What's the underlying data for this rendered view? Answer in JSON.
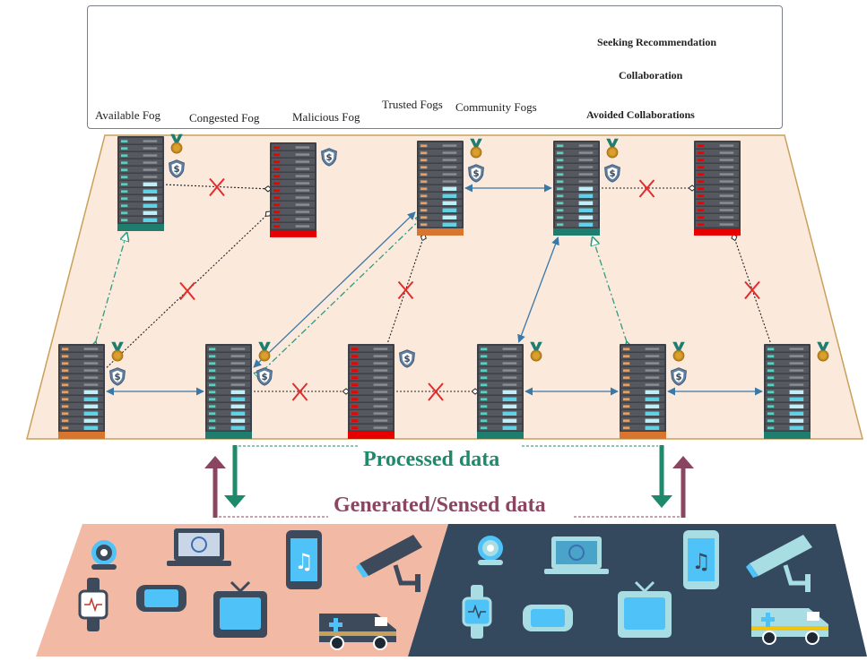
{
  "legend": {
    "available_fog": "Available Fog",
    "congested_fog": "Congested Fog",
    "malicious_fog": "Malicious Fog",
    "trusted_fogs": "Trusted Fogs",
    "community_fogs": "Community Fogs",
    "seeking_recommendation": "Seeking Recommendation",
    "collaboration": "Collaboration",
    "avoided_collaborations": "Avoided Collaborations"
  },
  "flows": {
    "processed": "Processed data",
    "generated": "Generated/Sensed data"
  },
  "colors": {
    "available": "#1e7d6e",
    "congested": "#d8752f",
    "malicious": "#e60000",
    "seek": "#2e9c7e",
    "collab": "#3a78a8",
    "avoid": "#222222",
    "cross": "#e32b2b",
    "trapezoid_fill": "#fbe9dc",
    "trapezoid_border": "#c9a05a",
    "iot_left": "#f2b9a4",
    "iot_right": "#34495e",
    "arrow_green": "#1e8a6b",
    "arrow_purple": "#8a4561"
  },
  "fog_nodes": [
    {
      "id": "t1",
      "status": "available",
      "trusted": true,
      "community": true
    },
    {
      "id": "t2",
      "status": "malicious",
      "trusted": false,
      "community": true
    },
    {
      "id": "t3",
      "status": "congested",
      "trusted": true,
      "community": true
    },
    {
      "id": "t4",
      "status": "available",
      "trusted": true,
      "community": true
    },
    {
      "id": "t5",
      "status": "malicious",
      "trusted": false,
      "community": false
    },
    {
      "id": "b1",
      "status": "congested",
      "trusted": true,
      "community": true
    },
    {
      "id": "b2",
      "status": "available",
      "trusted": true,
      "community": true
    },
    {
      "id": "b3",
      "status": "malicious",
      "trusted": false,
      "community": true
    },
    {
      "id": "b4",
      "status": "available",
      "trusted": true,
      "community": false
    },
    {
      "id": "b5",
      "status": "congested",
      "trusted": true,
      "community": true
    },
    {
      "id": "b6",
      "status": "available",
      "trusted": true,
      "community": false
    }
  ],
  "links": [
    {
      "from": "t1",
      "to": "t2",
      "kind": "avoided"
    },
    {
      "from": "t4",
      "to": "t5",
      "kind": "avoided"
    },
    {
      "from": "t3",
      "to": "t4",
      "kind": "collaboration"
    },
    {
      "from": "b1",
      "to": "t1",
      "kind": "seeking"
    },
    {
      "from": "b1",
      "to": "t2",
      "kind": "avoided"
    },
    {
      "from": "b2",
      "to": "t3",
      "kind": "collaboration"
    },
    {
      "from": "b2",
      "to": "t3",
      "kind": "seeking"
    },
    {
      "from": "b3",
      "to": "t3",
      "kind": "avoided"
    },
    {
      "from": "b4",
      "to": "t4",
      "kind": "collaboration"
    },
    {
      "from": "b5",
      "to": "t4",
      "kind": "seeking"
    },
    {
      "from": "b6",
      "to": "t5",
      "kind": "avoided"
    },
    {
      "from": "b1",
      "to": "b2",
      "kind": "collaboration"
    },
    {
      "from": "b2",
      "to": "b3",
      "kind": "avoided"
    },
    {
      "from": "b3",
      "to": "b4",
      "kind": "avoided"
    },
    {
      "from": "b4",
      "to": "b5",
      "kind": "collaboration"
    },
    {
      "from": "b5",
      "to": "b6",
      "kind": "collaboration"
    }
  ],
  "iot_devices": [
    {
      "panel": "left",
      "icon": "webcam-icon"
    },
    {
      "panel": "left",
      "icon": "laptop-icon"
    },
    {
      "panel": "left",
      "icon": "smartphone-music-icon"
    },
    {
      "panel": "left",
      "icon": "cctv-camera-icon"
    },
    {
      "panel": "left",
      "icon": "smartwatch-icon"
    },
    {
      "panel": "left",
      "icon": "game-controller-icon"
    },
    {
      "panel": "left",
      "icon": "television-icon"
    },
    {
      "panel": "left",
      "icon": "ambulance-icon"
    },
    {
      "panel": "right",
      "icon": "webcam-icon"
    },
    {
      "panel": "right",
      "icon": "laptop-icon"
    },
    {
      "panel": "right",
      "icon": "smartphone-music-icon"
    },
    {
      "panel": "right",
      "icon": "cctv-camera-icon"
    },
    {
      "panel": "right",
      "icon": "smartwatch-icon"
    },
    {
      "panel": "right",
      "icon": "game-controller-icon"
    },
    {
      "panel": "right",
      "icon": "television-icon"
    },
    {
      "panel": "right",
      "icon": "ambulance-icon"
    }
  ]
}
